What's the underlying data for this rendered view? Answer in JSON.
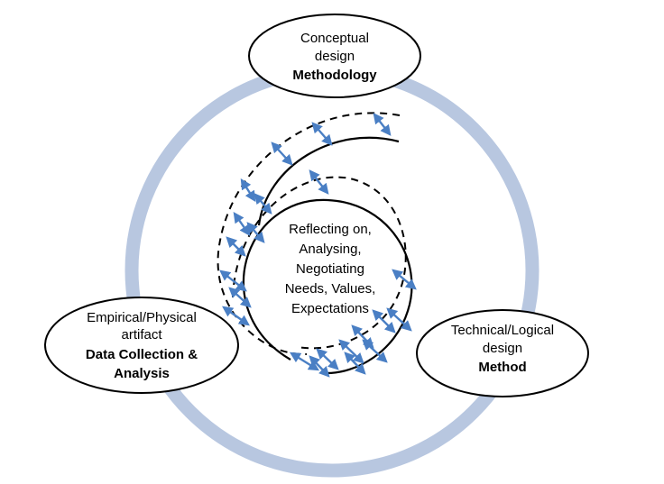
{
  "colors": {
    "ring": "#b8c7e0",
    "arrow": "#4a7fc4",
    "stroke": "#000000",
    "background": "#ffffff"
  },
  "center": {
    "lines": [
      "Reflecting on,",
      "Analysing,",
      "Negotiating",
      "Needs, Values,",
      "Expectations"
    ]
  },
  "nodes": {
    "top": {
      "line1": "Conceptual",
      "line2": "design",
      "bold": "Methodology"
    },
    "left": {
      "line1": "Empirical/Physical",
      "line2": "artifact",
      "bold1": "Data Collection &",
      "bold2": "Analysis"
    },
    "right": {
      "line1": "Technical/Logical",
      "line2": "design",
      "bold": "Method"
    }
  },
  "arrow_icon": "double-headed-arrow-icon",
  "arrow_count": 22
}
